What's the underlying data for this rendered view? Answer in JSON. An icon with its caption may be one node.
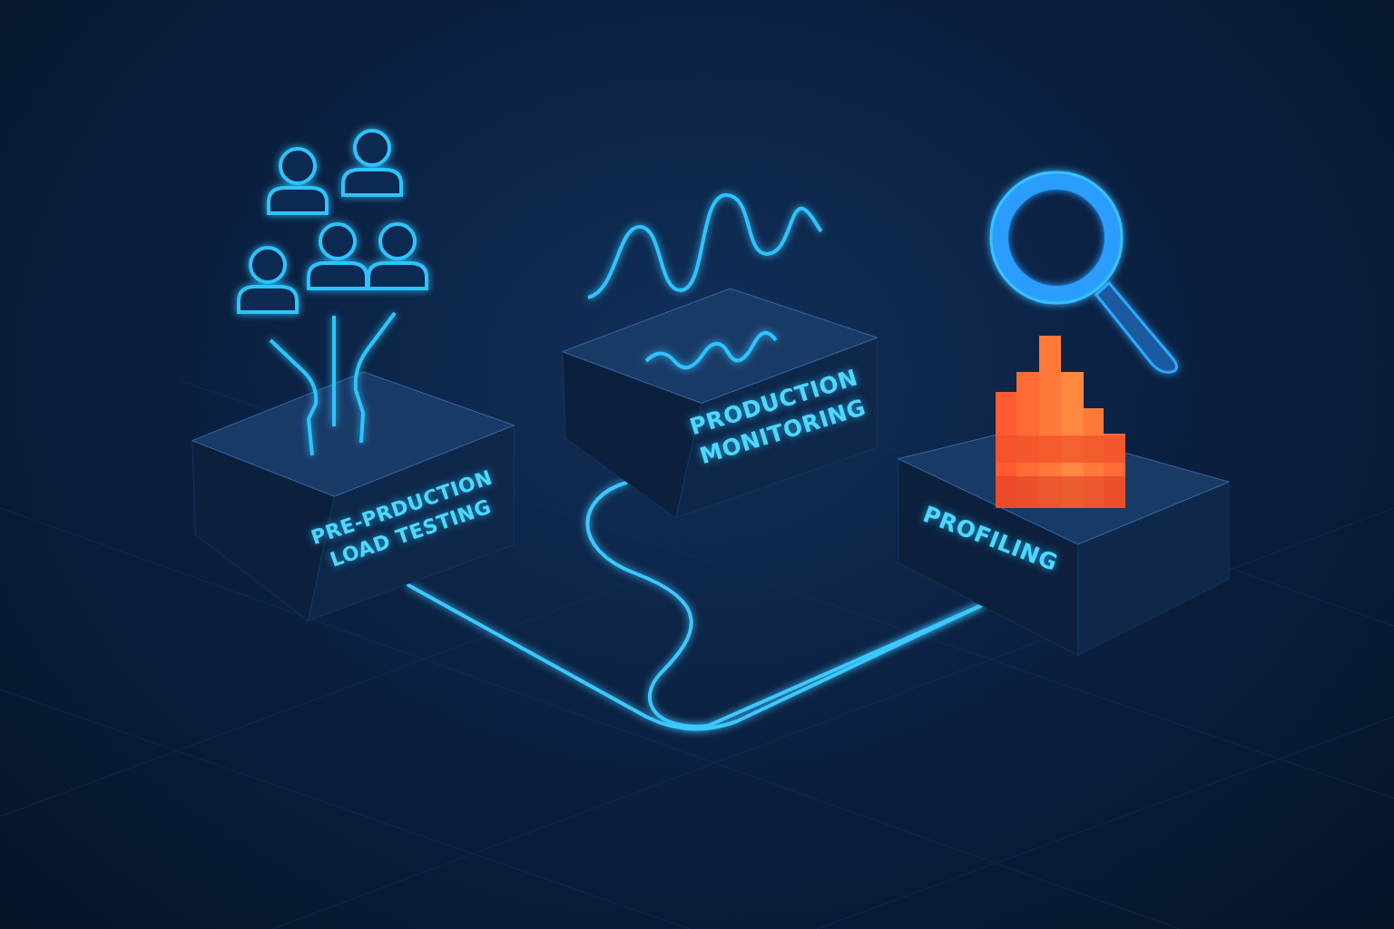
{
  "diagram": {
    "nodes": [
      {
        "text": [
          "PRE-PRDUCTION LOAD TESTING"
        ]
      },
      {
        "text": [
          "PRODUCTION MONITORING"
        ]
      },
      {
        "text": [
          "PROFILING"
        ]
      }
    ],
    "edges": [
      {
        "from": 0,
        "to": 2,
        "arrow": "none"
      },
      {
        "from": 1,
        "to": 2,
        "arrow": "none"
      }
    ]
  }
}
